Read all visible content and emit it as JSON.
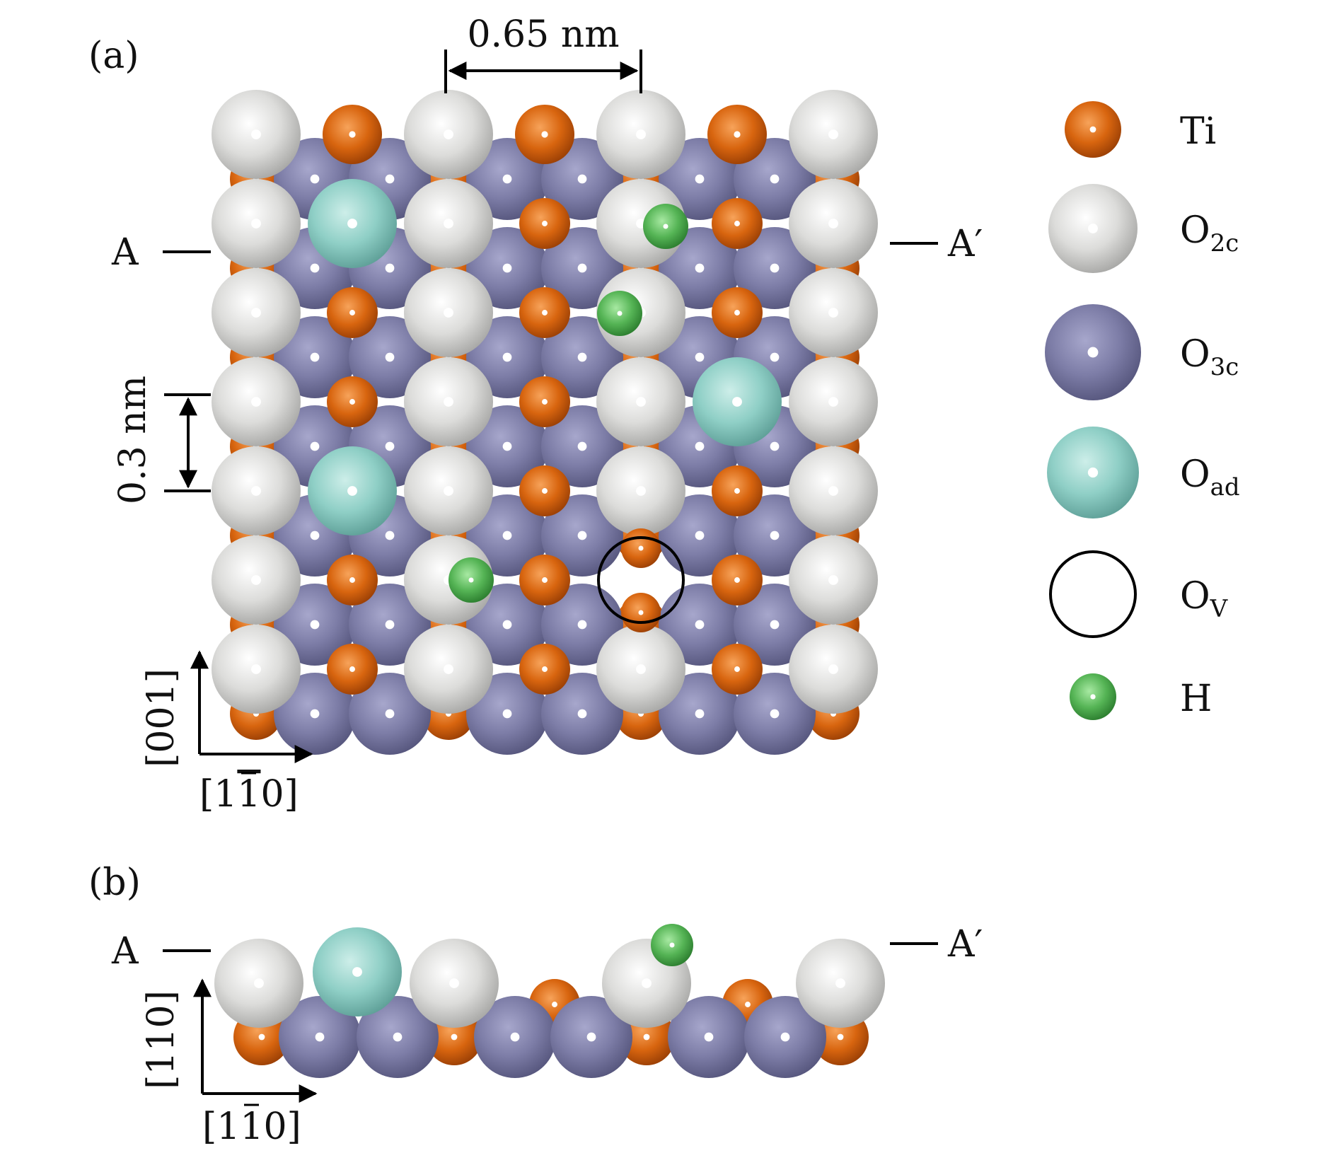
{
  "panels": {
    "a": "(a)",
    "b": "(b)"
  },
  "measurements": {
    "row_spacing": "0.65 nm",
    "column_spacing": "0.3 nm"
  },
  "section": {
    "start": "A",
    "end": "A′"
  },
  "axes_top": {
    "vertical": "[001]",
    "horizontal_prefix": "[1",
    "horizontal_bar": "1",
    "horizontal_suffix": "0]"
  },
  "axes_side": {
    "vertical": "[110]",
    "horizontal_prefix": "[1",
    "horizontal_bar": "1",
    "horizontal_suffix": "0]"
  },
  "legend": [
    {
      "key": "ti",
      "label": "Ti",
      "sub": "",
      "color": "#d2600f"
    },
    {
      "key": "o2c",
      "label": "O",
      "sub": "2c",
      "color": "#d8d8d6"
    },
    {
      "key": "o3c",
      "label": "O",
      "sub": "3c",
      "color": "#7c7ca6"
    },
    {
      "key": "oad",
      "label": "O",
      "sub": "ad",
      "color": "#8fcfc6"
    },
    {
      "key": "ov",
      "label": "O",
      "sub": "V",
      "color": "#000000"
    },
    {
      "key": "h",
      "label": "H",
      "sub": "",
      "color": "#4cb050"
    }
  ]
}
